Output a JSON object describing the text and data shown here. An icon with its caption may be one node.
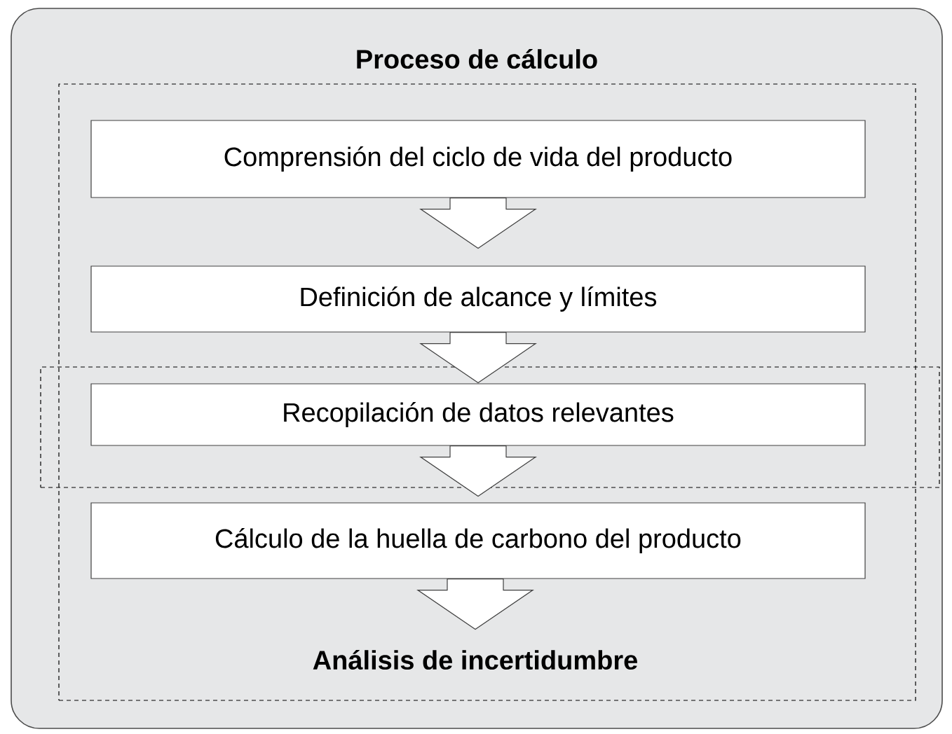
{
  "diagram": {
    "nodes": [
      {
        "text": [
          "Proceso de cálculo"
        ]
      },
      {
        "text": [],
        "shape": "box",
        "in": 0
      },
      {
        "text": [
          "Comprensión del ciclo de vida del producto"
        ],
        "in": 1
      },
      {
        "text": [
          "Definición de alcance y límites"
        ],
        "in": 1
      },
      {
        "text": [],
        "shape": "box",
        "in": 1
      },
      {
        "text": [
          "Recopilación de datos relevantes"
        ],
        "in": 4
      },
      {
        "text": [
          "Cálculo de la huella de carbono del producto"
        ],
        "in": 1
      },
      {
        "text": [
          "Análisis de incertidumbre"
        ],
        "in": 1
      }
    ],
    "edges": [
      {
        "from": 2,
        "to": 3,
        "arrow": "to"
      },
      {
        "from": 3,
        "to": 5,
        "arrow": "to"
      },
      {
        "from": 5,
        "to": 6,
        "arrow": "to"
      },
      {
        "from": 6,
        "to": 7,
        "arrow": "to"
      }
    ]
  }
}
